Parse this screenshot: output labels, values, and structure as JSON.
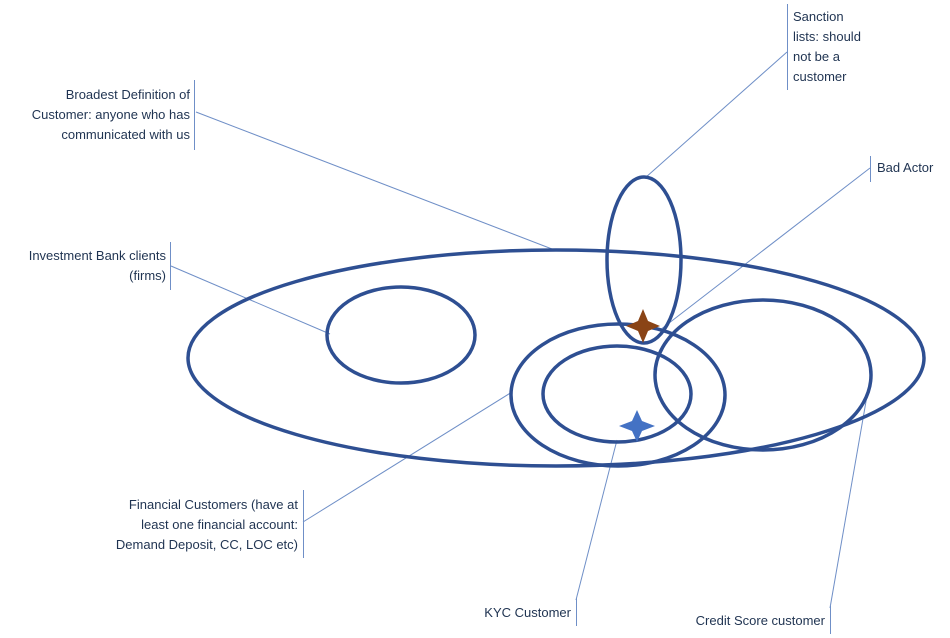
{
  "labels": {
    "broadest": "Broadest Definition of\nCustomer: anyone who has\ncommunicated with us",
    "sanction": "Sanction\nlists: should\nnot be a\ncustomer",
    "bad_actor": "Bad Actor",
    "investment": "Investment Bank clients\n(firms)",
    "financial": "Financial Customers (have at\nleast one financial account:\nDemand Deposit, CC, LOC etc)",
    "kyc": "KYC Customer",
    "credit": "Credit Score customer"
  },
  "icons": {
    "bad_actor_star": "four-point-star-icon",
    "kyc_star": "four-point-star-icon"
  },
  "colors": {
    "ellipse_stroke": "#2e4f92",
    "leader_line": "#6f8fc7",
    "bad_actor_star": "#8a4416",
    "kyc_star": "#4472c4",
    "text": "#1f3351"
  }
}
